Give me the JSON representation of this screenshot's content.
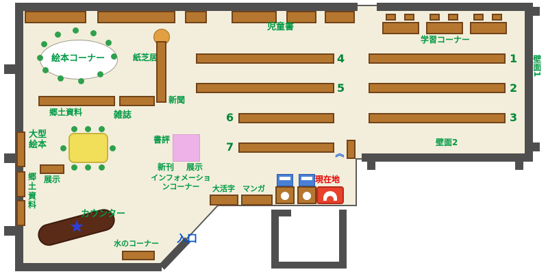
{
  "colors": {
    "floor": "#f3eedb",
    "wall": "#4f4f4f",
    "shelf": "#b5772f",
    "shelf_border": "#71431a",
    "label_green": "#009944",
    "number_green": "#008837",
    "entrance_blue": "#0052cc",
    "current_red": "#e60000",
    "marker_red": "#e8412c",
    "counter_brown": "#5a2b17",
    "table_yellow": "#f1df5a",
    "exhibit_pink": "#eeb2e8",
    "chair_green": "#2fa04d",
    "kamishibai_orange": "#e2a042",
    "machine_blue": "#4a7fd4",
    "star_blue": "#2d3fd6"
  },
  "labels": {
    "children_books": "児童書",
    "study_corner": "学習コーナー",
    "picture_book_corner": "絵本コーナー",
    "kamishibai": "紙芝居",
    "newspaper": "新聞",
    "local_materials": "郷土資料",
    "magazines": "雑誌",
    "large_picture_books": "大型絵本",
    "exhibit_left": "展示",
    "local_materials_side": "郷土資料",
    "book_review": "書評",
    "new_books": "新刊",
    "exhibit_center": "展示",
    "information_corner": "インフォメーションコーナー",
    "large_print": "大活字",
    "manga": "マンガ",
    "current_location": "現在地",
    "counter": "カウンター",
    "water_corner": "水のコーナー",
    "entrance": "入口",
    "wall_1": "壁面1",
    "wall_2": "壁面2"
  },
  "shelf_numbers": [
    "1",
    "2",
    "3",
    "4",
    "5",
    "6",
    "7"
  ],
  "icons": {
    "gate": "《",
    "star": "★"
  }
}
